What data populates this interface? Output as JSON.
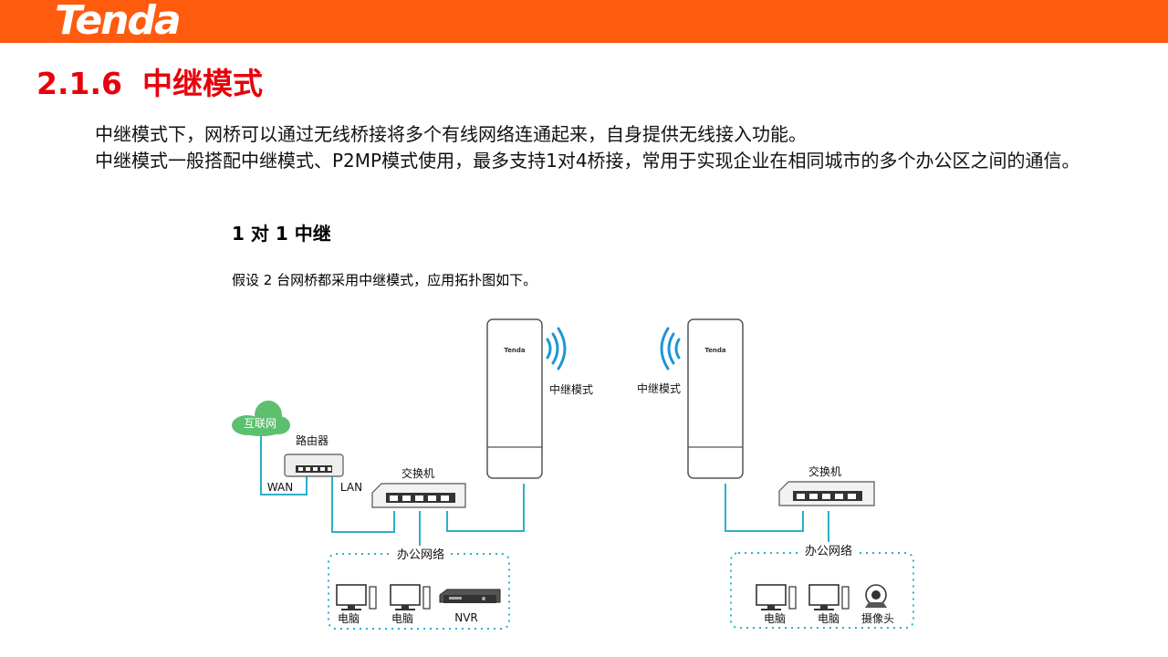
{
  "header": {
    "logo_text": "Tenda",
    "bar_color": "#ff5b0f"
  },
  "section": {
    "number": "2.1.6",
    "title": "中继模式"
  },
  "intro": {
    "line1": "中继模式下，网桥可以通过无线桥接将多个有线网络连通起来，自身提供无线接入功能。",
    "line2": "中继模式一般搭配中继模式、P2MP模式使用，最多支持1对4桥接，常用于实现企业在相同城市的多个办公区之间的通信。"
  },
  "subsection": {
    "title": "1 对 1 中继",
    "description": "假设 2 台网桥都采用中继模式，应用拓扑图如下。"
  },
  "diagram": {
    "internet_label": "互联网",
    "router_label": "路由器",
    "wan_label": "WAN",
    "lan_label": "LAN",
    "switch_left_label": "交换机",
    "switch_right_label": "交换机",
    "bridge_left_label": "中继模式",
    "bridge_right_label": "中继模式",
    "bridge_brand": "Tenda",
    "office_left_label": "办公网络",
    "office_right_label": "办公网络",
    "devices_left": [
      "电脑",
      "电脑",
      "NVR"
    ],
    "devices_right": [
      "电脑",
      "电脑",
      "摄像头"
    ],
    "cable_color": "#2bb0c8",
    "cloud_color": "#5cc06e",
    "signal_color": "#1f95d6"
  }
}
